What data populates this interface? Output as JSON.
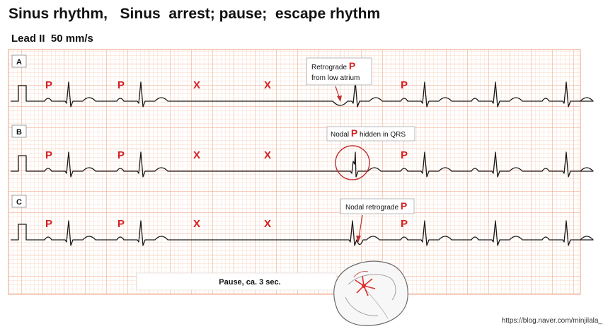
{
  "title": "Sinus rhythm,   Sinus  arrest; pause;  escape rhythm",
  "subtitle": "Lead II  50 mm/s",
  "strips": [
    {
      "label": "A",
      "p_marks": [
        "P",
        "P",
        "P"
      ],
      "x_marks": [
        "X",
        "X"
      ],
      "annotation": {
        "prefix": "Retrograde ",
        "highlight": "P",
        "line2": "from low atrium"
      }
    },
    {
      "label": "B",
      "p_marks": [
        "P",
        "P",
        "P"
      ],
      "x_marks": [
        "X",
        "X"
      ],
      "annotation": {
        "prefix": "Nodal ",
        "highlight": "P",
        "suffix": " hidden in QRS"
      }
    },
    {
      "label": "C",
      "p_marks": [
        "P",
        "P",
        "P"
      ],
      "x_marks": [
        "X",
        "X"
      ],
      "annotation": {
        "prefix": "Nodal retrograde ",
        "highlight": "P"
      }
    }
  ],
  "pause_label": "Pause, ca. 3 sec.",
  "credit": "https://blog.naver.com/minjilala_",
  "colors": {
    "grid_minor": "#f6cdb8",
    "grid_major": "#ec9f7e",
    "trace": "#1a1a1a",
    "marker_red": "#d42020",
    "annotation_border": "#aaaaaa",
    "circle": "#c03030"
  }
}
